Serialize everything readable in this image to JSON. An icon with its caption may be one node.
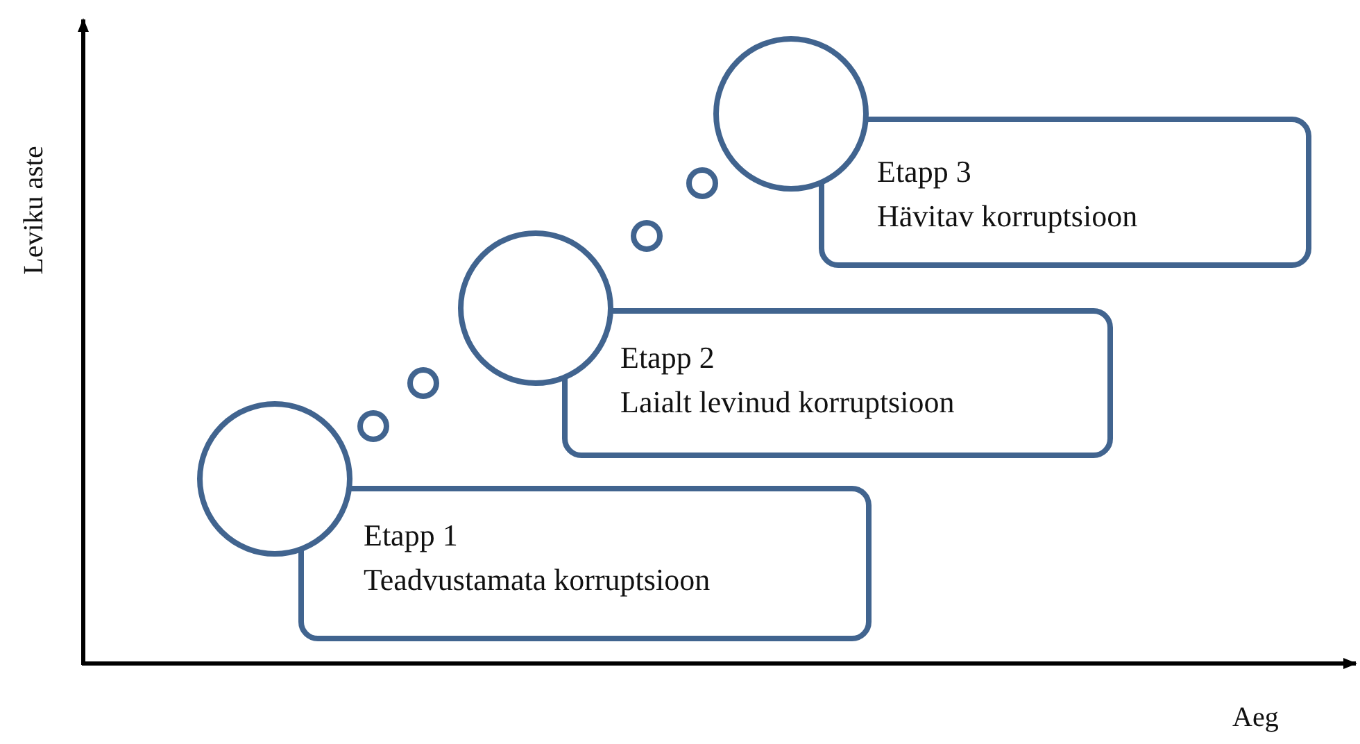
{
  "diagram": {
    "nodes": [
      {
        "text": [
          "Etapp 1",
          "Teadvustamata korruptsioon"
        ]
      },
      {
        "text": [
          "Etapp 2",
          "Laialt levinud korruptsioon"
        ]
      },
      {
        "text": [
          "Etapp 3",
          "Hävitav korruptsioon"
        ]
      }
    ],
    "labels": [
      "Leviku aste",
      "Aeg"
    ]
  }
}
